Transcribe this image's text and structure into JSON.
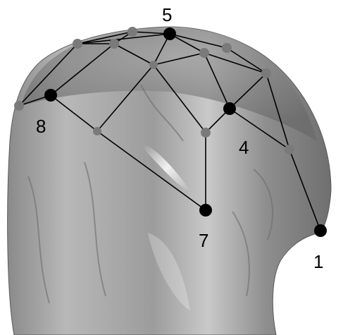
{
  "figure": {
    "labels": {
      "p1": "1",
      "p4": "4",
      "p5": "5",
      "p7": "7",
      "p8": "8"
    },
    "colors": {
      "background": "#ffffff",
      "surface_dark": "#6b6b6b",
      "surface_mid": "#9a9a9a",
      "surface_light": "#d9d9d9",
      "edge": "#000000",
      "labeled_node": "#000000",
      "unlabeled_node": "#7a7a7a"
    }
  }
}
